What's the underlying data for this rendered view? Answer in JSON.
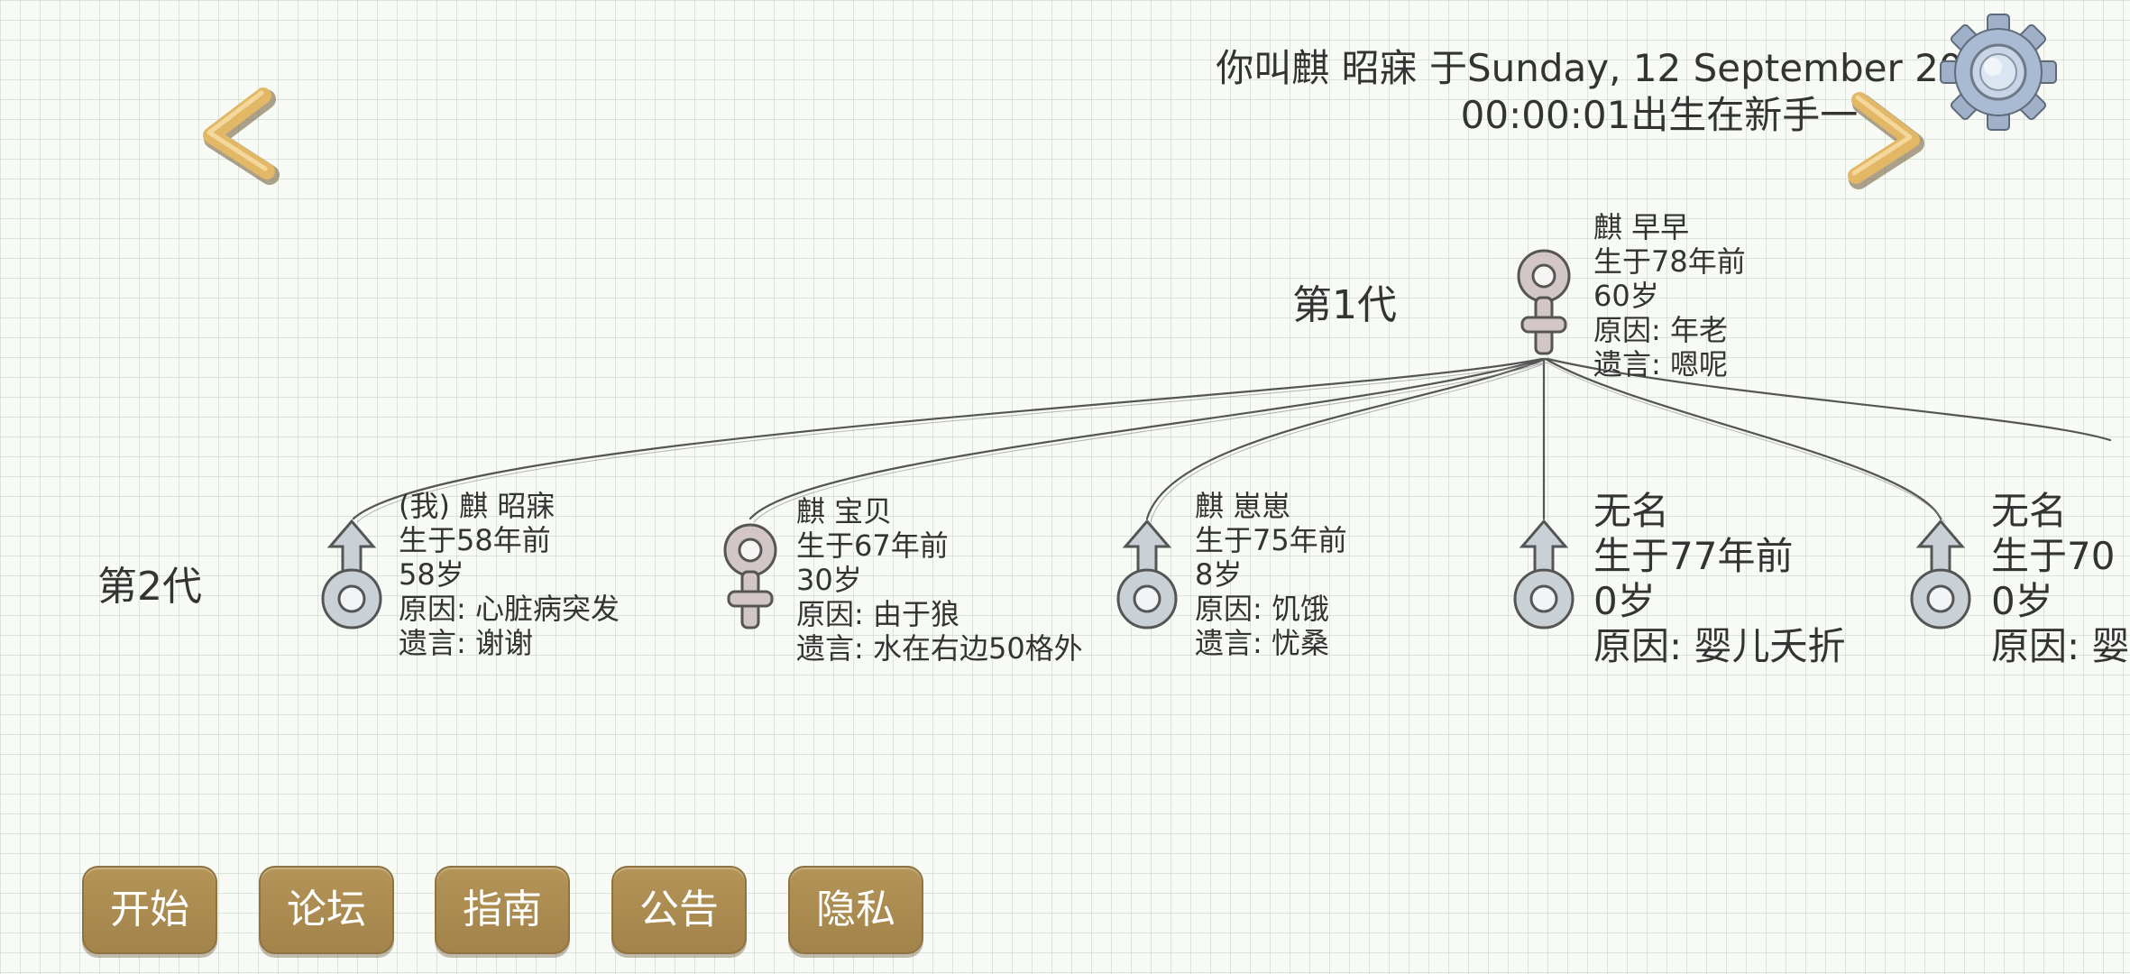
{
  "header": {
    "line1": "你叫麒 昭寐 于Sunday, 12 September 2021",
    "line2": "00:00:01出生在新手一"
  },
  "nav": {
    "prev_icon": "chevron-left-icon",
    "next_icon": "chevron-right-icon",
    "settings_icon": "gear-icon"
  },
  "colors": {
    "arrow": "#e2b765",
    "button": "#a98b50",
    "male_icon": "#c9d1d6",
    "female_icon": "#d2c6c6"
  },
  "generations": [
    {
      "label": "第1代",
      "members": [
        {
          "gender": "female",
          "name": "麒 早早",
          "born": "生于78年前",
          "age": "60岁",
          "cause": "原因:  年老",
          "will": "遗言:  嗯呢"
        }
      ]
    },
    {
      "label": "第2代",
      "members": [
        {
          "gender": "male",
          "name": "(我) 麒 昭寐",
          "born": "生于58年前",
          "age": "58岁",
          "cause": "原因:  心脏病突发",
          "will": "遗言:  谢谢"
        },
        {
          "gender": "female",
          "name": "麒 宝贝",
          "born": "生于67年前",
          "age": "30岁",
          "cause": "原因:  由于狼",
          "will": "遗言:  水在右边50格外"
        },
        {
          "gender": "male",
          "name": "麒 崽崽",
          "born": "生于75年前",
          "age": "8岁",
          "cause": "原因:  饥饿",
          "will": "遗言:  忧桑"
        },
        {
          "gender": "male",
          "name": "无名",
          "born": "生于77年前",
          "age": "0岁",
          "cause": "原因:  婴儿夭折"
        },
        {
          "gender": "male",
          "name": "无名",
          "born": "生于70",
          "age": "0岁",
          "cause": "原因:  婴"
        }
      ]
    }
  ],
  "menu": {
    "start": "开始",
    "forum": "论坛",
    "guide": "指南",
    "notice": "公告",
    "privacy": "隐私"
  }
}
